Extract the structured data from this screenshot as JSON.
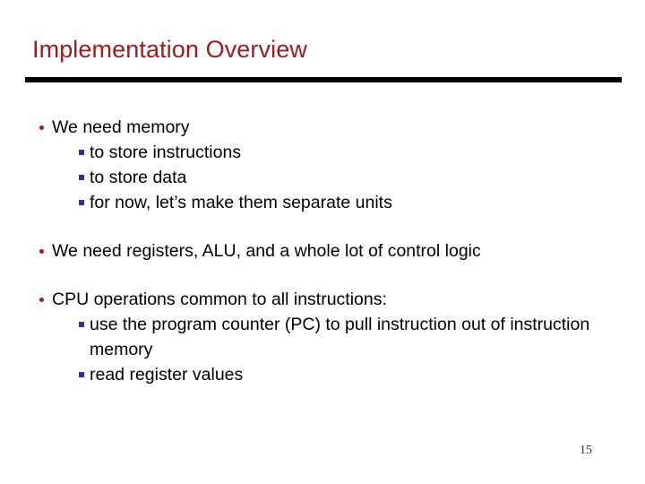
{
  "slide": {
    "title": "Implementation Overview",
    "number": "15",
    "colors": {
      "title": "#9E1B1C",
      "rule": "#000000",
      "level1_bullet": "#9E1B1C",
      "level2_bullet": "#2E3192",
      "body_text": "#000000",
      "background": "#FFFFFF"
    },
    "blocks": [
      {
        "lead": "We need memory",
        "sub": [
          "to store instructions",
          "to store data",
          "for now, let’s make them separate units"
        ]
      },
      {
        "lead": "We need registers, ALU, and a whole lot of control logic",
        "sub": []
      },
      {
        "lead": "CPU operations common to all instructions:",
        "sub": [
          "use the program counter (PC) to pull instruction out of instruction memory",
          "read register values"
        ]
      }
    ]
  }
}
